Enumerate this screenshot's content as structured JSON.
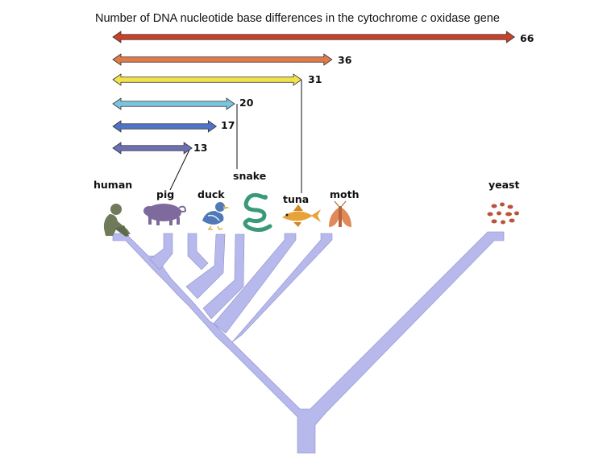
{
  "title_before_italic": "Number of DNA nucleotide base differences in the cytochrome ",
  "title_italic": "c",
  "title_after_italic": " oxidase gene",
  "differences": [
    {
      "value": "66",
      "color": "#c8412b"
    },
    {
      "value": "36",
      "color": "#e07a48"
    },
    {
      "value": "31",
      "color": "#f2e24a"
    },
    {
      "value": "20",
      "color": "#79c4de"
    },
    {
      "value": "17",
      "color": "#4f73c9"
    },
    {
      "value": "13",
      "color": "#6c6fb4"
    }
  ],
  "organisms": [
    {
      "label": "human",
      "icon": "human-icon",
      "color": "#6f7a5a"
    },
    {
      "label": "pig",
      "icon": "pig-icon",
      "color": "#7e6a9c"
    },
    {
      "label": "duck",
      "icon": "duck-icon",
      "color": "#4f79b8"
    },
    {
      "label": "snake",
      "icon": "snake-icon",
      "color": "#3a9a78"
    },
    {
      "label": "tuna",
      "icon": "tuna-icon",
      "color": "#e8a23a"
    },
    {
      "label": "moth",
      "icon": "moth-icon",
      "color": "#e0895a"
    },
    {
      "label": "yeast",
      "icon": "yeast-icon",
      "color": "#b8543a"
    }
  ],
  "tree_color": "#b7b9ec"
}
